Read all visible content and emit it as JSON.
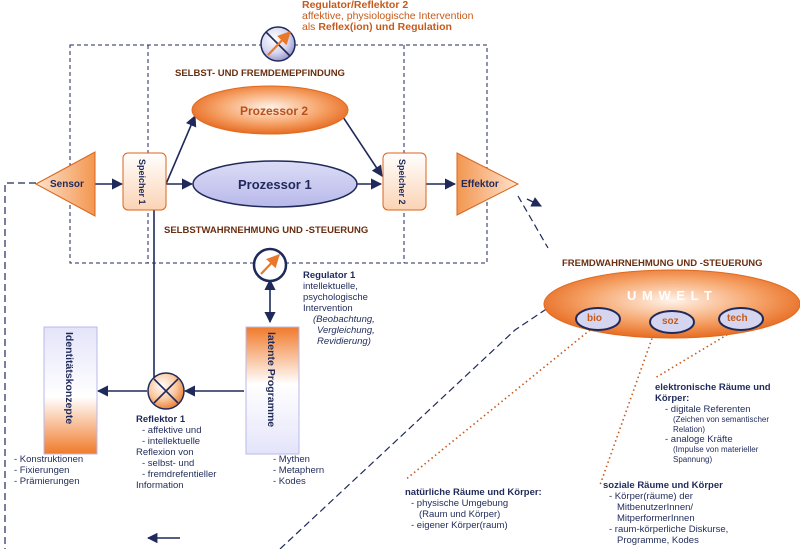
{
  "regulator2": {
    "title": "Regulator/Reflektor 2",
    "line1": "affektive, physiologische Intervention",
    "line2_prefix": "als ",
    "line2_bold": "Reflex(ion) und Regulation"
  },
  "section_top": "SELBST- UND FREMDEMEPFINDUNG",
  "section_mid": "SELBSTWAHRNEHMUNG UND -STEUERUNG",
  "section_right": "FREMDWAHRNEHMUNG UND -STEUERUNG",
  "nodes": {
    "prozessor2": "Prozessor 2",
    "prozessor1": "Prozessor 1",
    "sensor": "Sensor",
    "effektor": "Effektor",
    "speicher1": "Speicher 1",
    "speicher2": "Speicher 2",
    "identitaet": "Identitätskonzepte",
    "latente": "latente Programme"
  },
  "regulator1": {
    "title": "Regulator 1",
    "lines": [
      "intellektuelle,",
      "psychologische",
      "Intervention"
    ],
    "italic": [
      "(Beobachtung,",
      "Vergleichung,",
      "Revidierung)"
    ]
  },
  "reflektor1": {
    "title": "Reflektor 1",
    "l1": "- affektive und",
    "l2": "- intellektuelle",
    "l3": "Reflexion von",
    "l4": "- selbst- und",
    "l5": "- fremdrefentieller",
    "l6": "Information"
  },
  "identitaet_list": [
    "- Konstruktionen",
    "- Fixierungen",
    "- Prämierungen"
  ],
  "latente_list": [
    "- Mythen",
    "- Metaphern",
    "- Kodes"
  ],
  "umwelt": {
    "title": "U M W E L T",
    "bio": "bio",
    "soz": "soz",
    "tech": "tech"
  },
  "elektronisch": {
    "title": "elektronische Räume und Körper:",
    "items": [
      "- digitale Referenten",
      "(Zeichen von semantischer",
      "Relation)",
      "- analoge Kräfte",
      "(Impulse von materieller",
      "Spannung)"
    ]
  },
  "sozial": {
    "title": "soziale Räume und Körper",
    "items": [
      "- Körper(räume) der",
      "MitbenutzerInnen/",
      "MitperformerInnen",
      "- raum-körperliche Diskurse,",
      "Programme, Kodes"
    ]
  },
  "natuerlich": {
    "title": "natürliche Räume und Körper:",
    "items": [
      "- physische Umgebung",
      "(Raum und Körper)",
      "- eigener Körper(raum)"
    ]
  },
  "colors": {
    "navy": "#1f2a5a",
    "orange": "#e8782a",
    "lavender": "#c9c9f0"
  }
}
